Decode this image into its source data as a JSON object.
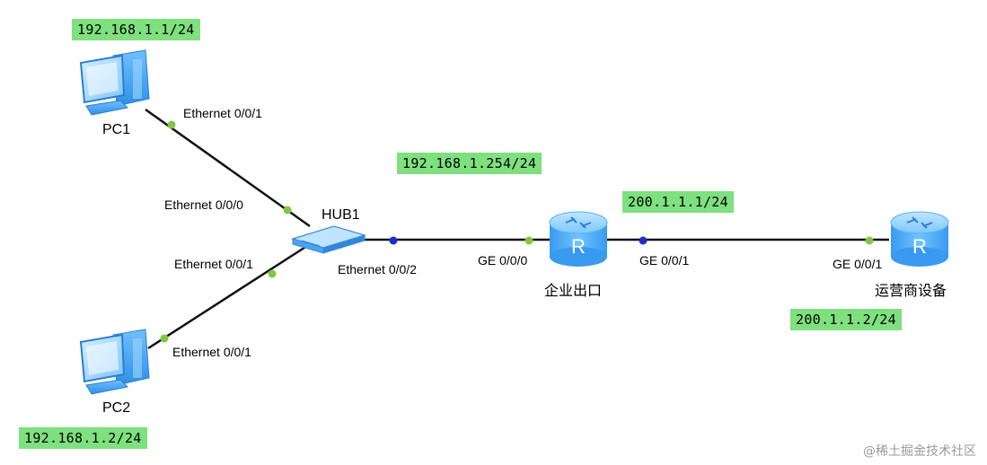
{
  "devices": {
    "pc1": "PC1",
    "pc2": "PC2",
    "hub": "HUB1",
    "router_enterprise": "企业出口",
    "router_isp": "运营商设备"
  },
  "ip_tags": {
    "pc1": "192.168.1.1/24",
    "pc2": "192.168.1.2/24",
    "gateway": "192.168.1.254/24",
    "enterprise_wan": "200.1.1.1/24",
    "isp": "200.1.1.2/24"
  },
  "ports": {
    "pc1_eth": "Ethernet 0/0/1",
    "hub_e0": "Ethernet 0/0/0",
    "hub_e1": "Ethernet 0/0/1",
    "pc2_eth": "Ethernet 0/0/1",
    "hub_e2": "Ethernet 0/0/2",
    "r1_ge0": "GE 0/0/0",
    "r1_ge1": "GE 0/0/1",
    "r2_ge1": "GE 0/0/1"
  },
  "router_glyph": "R",
  "watermark": "@稀土掘金技术社区",
  "colors": {
    "ip_tag_bg": "#7ee07e",
    "port_dot_green": "#7ec843",
    "port_dot_blue": "#1f2ccc",
    "device_blue": "#3aa0f0"
  }
}
